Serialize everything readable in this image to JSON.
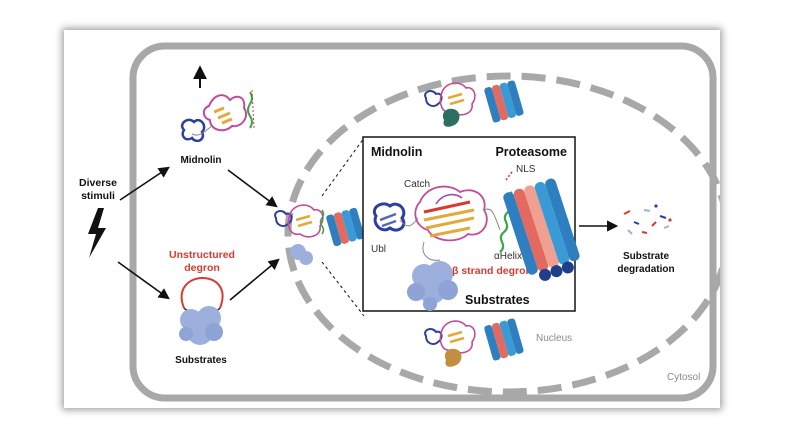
{
  "labels": {
    "diverse_stimuli_line1": "Diverse",
    "diverse_stimuli_line2": "stimuli",
    "midnolin_left": "Midnolin",
    "unstructured_degron_line1": "Unstructured",
    "unstructured_degron_line2": "degron",
    "substrates_left": "Substrates",
    "inset_midnolin": "Midnolin",
    "inset_proteasome": "Proteasome",
    "catch": "Catch",
    "nls": "NLS",
    "ubl": "Ubl",
    "alpha_helix_c": "αHelix-C",
    "beta_strand_degron": "β strand degron",
    "inset_substrates": "Substrates",
    "substrate_degradation_line1": "Substrate",
    "substrate_degradation_line2": "degradation",
    "nucleus": "Nucleus",
    "cytosol": "Cytosol"
  },
  "colors": {
    "membrane_gray": "#a8a8a8",
    "degron_red": "#d93a30",
    "beta_gold": "#e3a93a",
    "midnolin_pink": "#c24c9a",
    "ubl_blue": "#2e3f9e",
    "proteasome_blue": "#2d7fc0",
    "substrate_lavender": "#9db0dd",
    "helix_green": "#3aa64a"
  }
}
